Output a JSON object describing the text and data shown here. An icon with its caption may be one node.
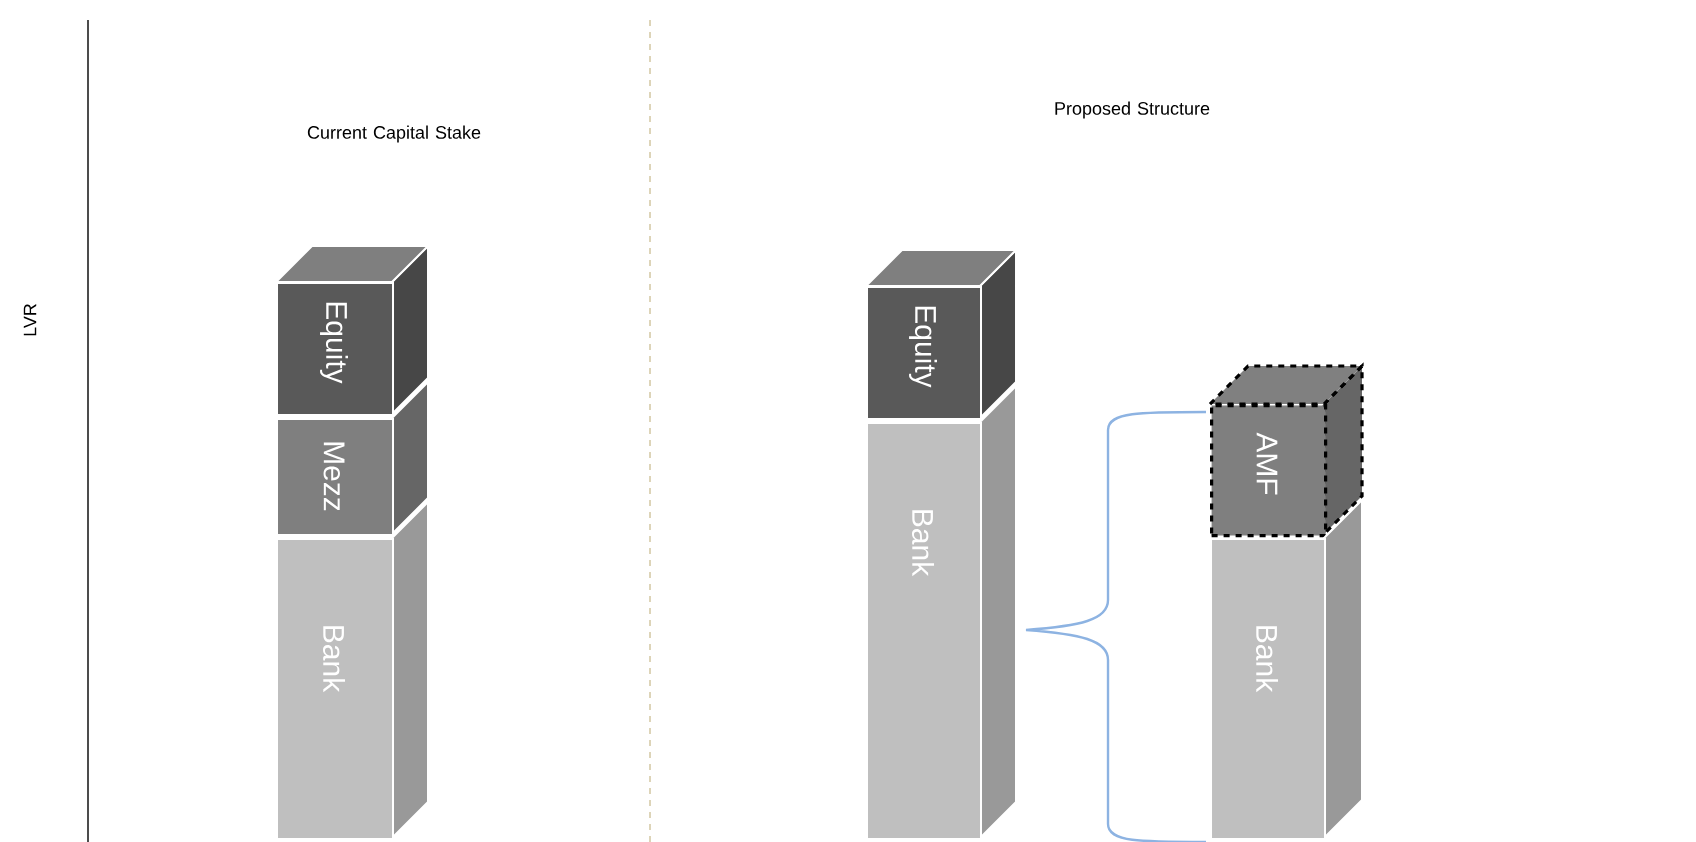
{
  "diagram": {
    "nodes": [
      {
        "text": [
          "Equity"
        ]
      },
      {
        "text": [
          "Mezz"
        ]
      },
      {
        "text": [
          "Bank"
        ]
      },
      {
        "text": [
          "Equity"
        ]
      },
      {
        "text": [
          "Bank"
        ]
      },
      {
        "text": [
          "AMF"
        ]
      },
      {
        "text": [
          "Bank"
        ]
      }
    ],
    "labels": [
      "Current Capital Stake",
      "Proposed Structure",
      "LVR"
    ]
  }
}
